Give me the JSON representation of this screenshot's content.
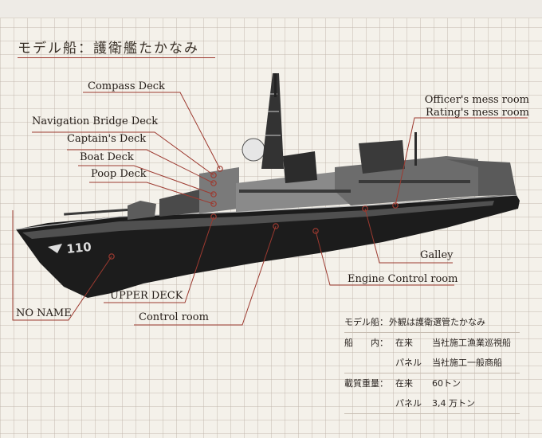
{
  "title": "モデル船：護衛艦たかなみ",
  "hull_number": "110",
  "callouts": {
    "compass_deck": "Compass Deck",
    "navigation_bridge_deck": "Navigation Bridge Deck",
    "captains_deck": "Captain's Deck",
    "boat_deck": "Boat Deck",
    "poop_deck": "Poop Deck",
    "officers_mess_room": "Officer's mess room",
    "ratings_mess_room": "Rating's mess room",
    "galley": "Galley",
    "engine_control_room": "Engine Control room",
    "upper_deck": "UPPER DECK",
    "no_name": "NO NAME",
    "control_room": "Control room"
  },
  "colors": {
    "accent": "#9d3a30",
    "hull": "#1c1c1c",
    "superstructure": "#8a8a8a"
  },
  "specs": {
    "model_key": "モデル船：",
    "model_val": "外観は護衛選管たかなみ",
    "interior_key": "船　　内：",
    "interior_1_a": "在来",
    "interior_1_b": "当社施工漁業巡視船",
    "interior_2_a": "パネル",
    "interior_2_b": "当社施工一般商船",
    "weight_key": "載質重量：",
    "weight_1_a": "在来",
    "weight_1_b": "60トン",
    "weight_2_a": "パネル",
    "weight_2_b": "3,4 万トン"
  }
}
